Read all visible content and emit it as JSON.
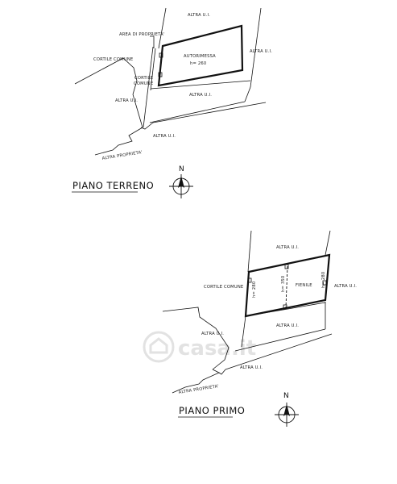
{
  "upper_plan": {
    "title": "PIANO TERRENO",
    "labels": {
      "top": "ALTRA U.I.",
      "property_area": "AREA DI PROPRIETA'",
      "shared_courtyard": "CORTILE COMUNE",
      "garage": "AUTORIMESSA",
      "garage_height": "h= 260",
      "right_unit": "ALTRA U.I.",
      "courtyard_small_1": "CORTILE",
      "courtyard_small_2": "COMUNE",
      "left_unit": "ALTRA U.I.",
      "middle_unit": "ALTRA U.I.",
      "bottom_unit": "ALTRA U.I.",
      "other_property": "ALTRA PROPRIETA'"
    },
    "north": "N"
  },
  "lower_plan": {
    "title": "PIANO PRIMO",
    "labels": {
      "top": "ALTRA U.I.",
      "shared_courtyard": "CORTILE COMUNE",
      "height_left": "h= 280",
      "height_mid": "h= 350",
      "hayloft": "FIENILE",
      "height_right": "h= 280",
      "right_unit": "ALTRA U.I.",
      "left_unit": "ALTRA U.I.",
      "middle_unit": "ALTRA U.I.",
      "bottom_unit": "ALTRA U.I.",
      "other_property": "ALTRA PROPRIETA'"
    },
    "north": "N"
  },
  "watermark": "casa.it",
  "colors": {
    "line": "#111111",
    "watermark": "#e2e2e2",
    "background": "#ffffff"
  }
}
